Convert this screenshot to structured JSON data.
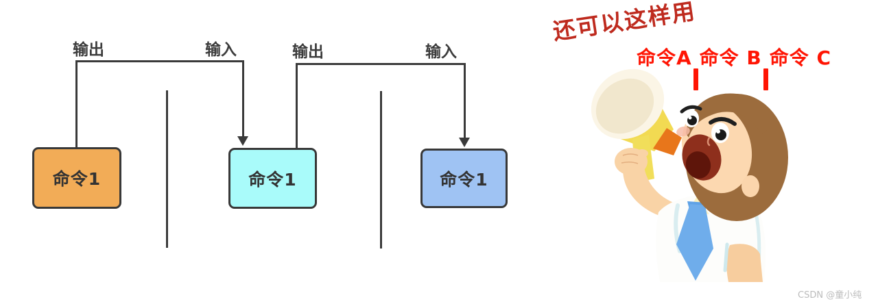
{
  "diagram": {
    "flow_labels": {
      "output": "输出",
      "input": "输入"
    },
    "boxes": [
      {
        "label": "命令1",
        "color": "#F2AC57"
      },
      {
        "label": "命令1",
        "color": "#A9FBFA"
      },
      {
        "label": "命令1",
        "color": "#9FC3F3"
      }
    ],
    "line_color": "#3A3A3A"
  },
  "annotation": {
    "headline": "还可以这样用",
    "headline_color": "#BE2A1E",
    "pipeline_text": "命令A|命令 B|命令 C",
    "pipeline_parts": [
      "命令A",
      "命令 B",
      "命令 C"
    ],
    "separator": "|",
    "pipeline_color": "#FF1504"
  },
  "watermark": {
    "text": "CSDN @童小纯",
    "color": "#BBBBBB"
  }
}
